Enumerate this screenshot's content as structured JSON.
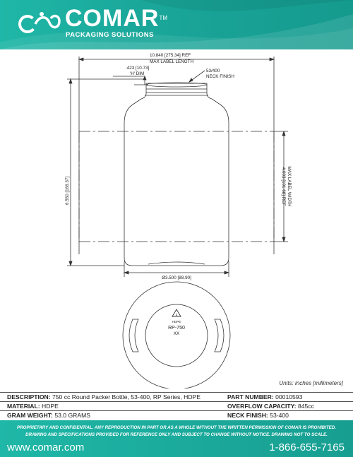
{
  "header": {
    "brand": "COMAR",
    "tm": "TM",
    "tagline": "PACKAGING SOLUTIONS"
  },
  "drawing": {
    "max_label_length_value": "10.840 [275.34] REF",
    "max_label_length_label": "MAX LABEL LENGTH",
    "h_dim_value": ".423 [10.73]",
    "h_dim_label": "'H' DIM",
    "neck_finish_value": "53/400",
    "neck_finish_label": "NECK FINISH",
    "height_dim": "6.550 [166.37]",
    "label_width_value": "4.003 [101.68] REF",
    "label_width_label": "MAX LABEL WIDTH",
    "diameter_dim": "Ø3.500 [88.90]",
    "bottom_material": "HDPE",
    "bottom_code": "RP-750",
    "bottom_xx": "XX",
    "recycle_number": "2"
  },
  "units_note": "Units: inches [millimeters]",
  "specs": {
    "description_label": "DESCRIPTION:",
    "description_value": "750 cc Round Packer Bottle, 53-400, RP Series, HDPE",
    "part_label": "PART NUMBER:",
    "part_value": "00010593",
    "material_label": "MATERIAL:",
    "material_value": "HDPE",
    "overflow_label": "OVERFLOW CAPACITY:",
    "overflow_value": "845cc",
    "gram_label": "GRAM WEIGHT:",
    "gram_value": "53.0 GRAMS",
    "neck_label": "NECK FINISH:",
    "neck_value": "53-400"
  },
  "footer": {
    "legal_line1": "PROPRIETARY AND CONFIDENTIAL. ANY REPRODUCTION IN PART OR AS A WHOLE WITHOUT THE WRITTEN PERMISSION OF COMAR IS PROHIBITED.",
    "legal_line2": "DRAWING AND SPECIFICATIONS PROVIDED FOR REFERENCE ONLY AND SUBJECT TO CHANGE WITHOUT NOTICE. DRAWING NOT TO SCALE.",
    "website": "www.comar.com",
    "phone": "1-866-655-7165"
  },
  "colors": {
    "brand_teal": "#1aa79a",
    "line": "#333333"
  }
}
